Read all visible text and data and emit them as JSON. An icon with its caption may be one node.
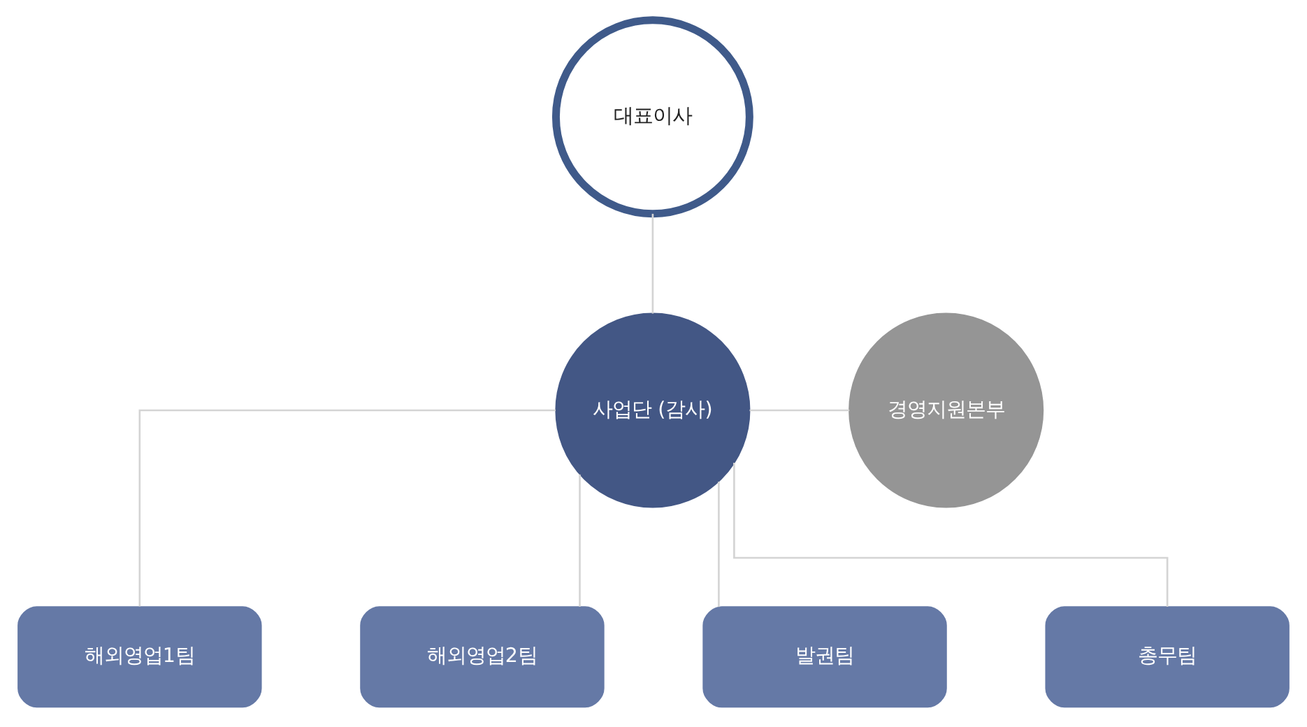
{
  "diagram": {
    "nodes": [
      {
        "text": [
          "대표이사"
        ]
      },
      {
        "text": [
          "사업단 (감사)"
        ]
      },
      {
        "text": [
          "경영지원본부"
        ]
      },
      {
        "text": [
          "해외영업1팀"
        ]
      },
      {
        "text": [
          "해외영업2팀"
        ]
      },
      {
        "text": [
          "발권팀"
        ]
      },
      {
        "text": [
          "총무팀"
        ]
      }
    ],
    "edges": [
      {
        "from": 0,
        "to": 1,
        "arrow": "none"
      },
      {
        "from": 1,
        "to": 2,
        "arrow": "none"
      },
      {
        "from": 1,
        "to": 3,
        "arrow": "none"
      },
      {
        "from": 1,
        "to": 4,
        "arrow": "none"
      },
      {
        "from": 1,
        "to": 5,
        "arrow": "none"
      },
      {
        "from": 1,
        "to": 6,
        "arrow": "none"
      }
    ]
  }
}
